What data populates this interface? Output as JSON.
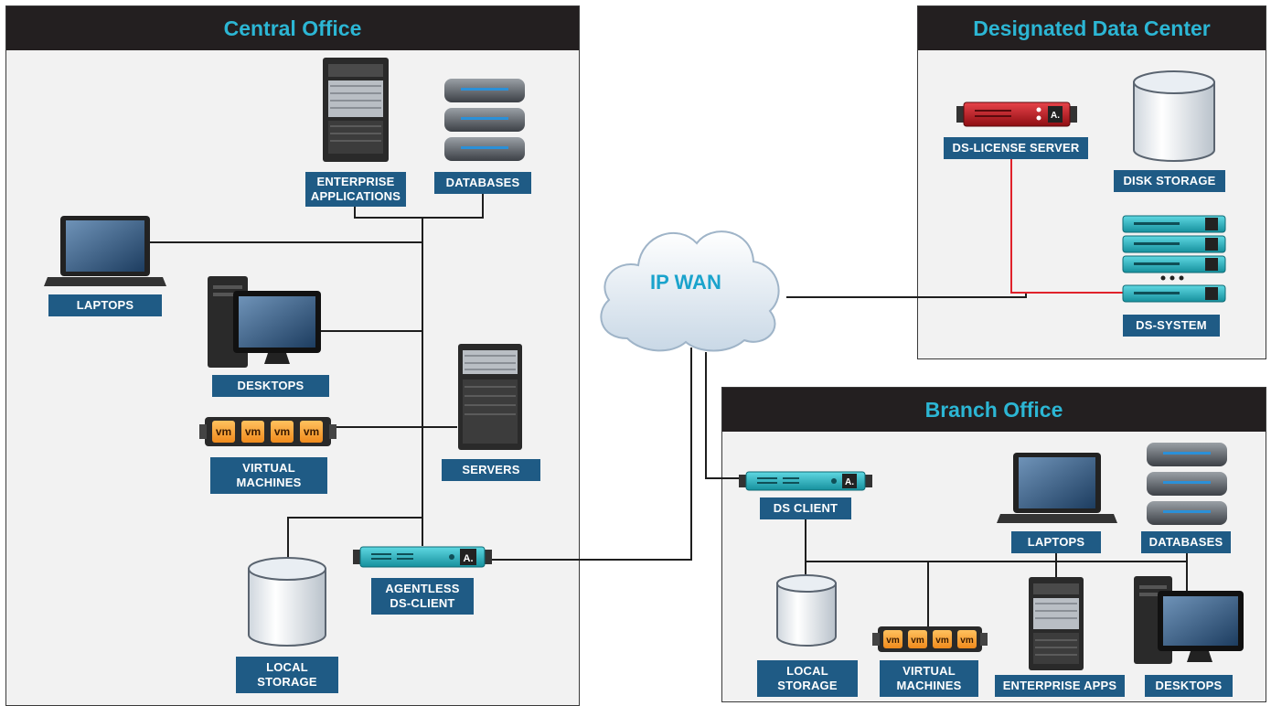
{
  "central_office": {
    "title": "Central Office",
    "enterprise_applications": "ENTERPRISE\nAPPLICATIONS",
    "databases": "DATABASES",
    "laptops": "LAPTOPS",
    "desktops": "DESKTOPS",
    "virtual_machines": "VIRTUAL\nMACHINES",
    "servers": "SERVERS",
    "agentless_ds_client": "AGENTLESS\nDS-CLIENT",
    "local_storage": "LOCAL\nSTORAGE"
  },
  "cloud": {
    "label": "IP WAN"
  },
  "data_center": {
    "title": "Designated Data Center",
    "license_server": "DS-LICENSE SERVER",
    "disk_storage": "DISK STORAGE",
    "ds_system": "DS-SYSTEM"
  },
  "branch_office": {
    "title": "Branch Office",
    "ds_client": "DS CLIENT",
    "laptops": "LAPTOPS",
    "databases": "DATABASES",
    "local_storage": "LOCAL\nSTORAGE",
    "virtual_machines": "VIRTUAL\nMACHINES",
    "enterprise_apps": "ENTERPRISE APPS",
    "desktops": "DESKTOPS"
  },
  "vm_badge": "vm",
  "appliance_logo": "A.",
  "colors": {
    "panel_header": "#231f20",
    "title_text": "#2cb6d4",
    "label_bg": "#1f5b85",
    "license_link": "#e0222b",
    "appliance": "#2bb8c7",
    "license_server": "#b8121a"
  }
}
